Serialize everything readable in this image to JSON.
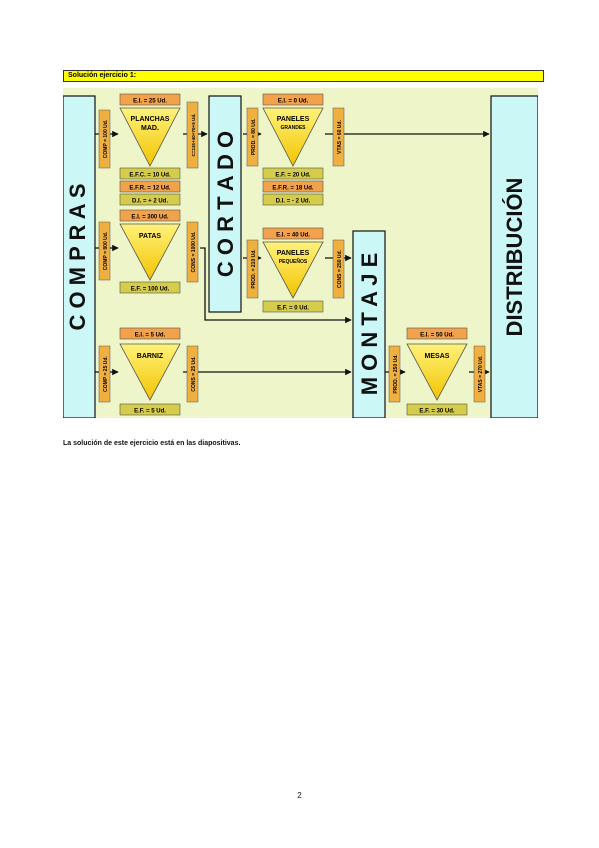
{
  "title": "Solución ejercicio 1:",
  "footnote": "La solución de este ejercicio está en las diapositivas.",
  "page_number": "2",
  "departments": {
    "compras": "C O M P R A S",
    "cortado": "C O R T A D O",
    "montaje": "M O N T A J E",
    "distribucion": "DISTRIBUCIÓN"
  },
  "inventories": {
    "planchas": {
      "name1": "PLANCHAS",
      "name2": "MAD.",
      "ei": "E.I. = 25 Ud.",
      "efc": "E.F.C. = 10 Ud.",
      "efr": "E.F.R. = 12 Ud.",
      "di": "D.I. = + 2 Ud.",
      "in": "COMP = 100 Ud.",
      "out": "C=115+40+70+5 Ud."
    },
    "patas": {
      "name1": "PATAS",
      "ei": "E.I. = 300 Ud.",
      "ef": "E.F. = 100 Ud.",
      "in": "COMP = 800 Ud.",
      "out": "CONS = 1000 Ud."
    },
    "barniz": {
      "name1": "BARNIZ",
      "ei": "E.I. = 5 Ud.",
      "ef": "E.F. = 5 Ud.",
      "in": "COMP = 25 Ud.",
      "out": "CONS = 25 Ud."
    },
    "paneles_grandes": {
      "name1": "PANELES",
      "name2": "GRANDES",
      "ei": "E.I. = 0 Ud.",
      "ef": "E.F. = 20 Ud.",
      "efr": "E.F.R. = 18 Ud.",
      "di": "D.I. = - 2 Ud.",
      "in": "PROD. = 80 Ud.",
      "out": "VTAS = 60 Ud."
    },
    "paneles_pequenos": {
      "name1": "PANELES",
      "name2": "PEQUEÑOS",
      "ei": "E.I. = 40 Ud.",
      "ef": "E.F. = 0 Ud.",
      "in": "PROD. = 210 Ud.",
      "out": "CONS = 250 Ud."
    },
    "mesas": {
      "name1": "MESAS",
      "ei": "E.I. = 50 Ud.",
      "ef": "E.F. = 30 Ud.",
      "in": "PROD. = 250 Ud.",
      "out": "VTAS = 270 Ud."
    }
  },
  "colors": {
    "background": "#eef5c8",
    "dept_fill": "#ccf7f7",
    "triangle": "#ffd700",
    "orange_box": "#f2a24a",
    "olive_box": "#d4cc4a",
    "tag": "#f0b040"
  }
}
